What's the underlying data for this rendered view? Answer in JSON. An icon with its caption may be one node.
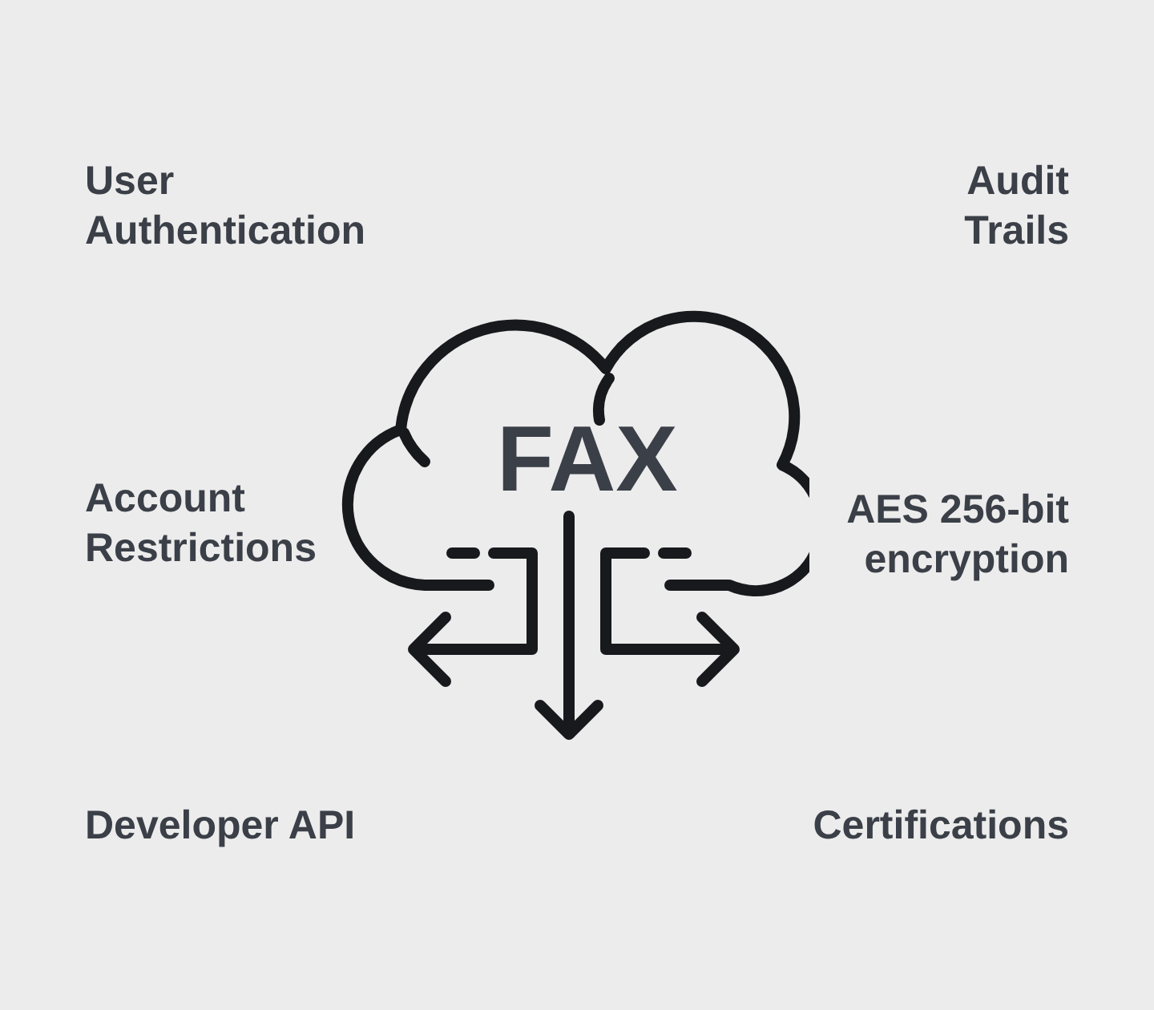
{
  "diagram": {
    "nodes": [
      {
        "text": [
          "FAX"
        ]
      }
    ],
    "labels": [
      "User Authentication",
      "Audit Trails",
      "Account Restrictions",
      "AES 256-bit encryption",
      "Developer API",
      "Certifications"
    ]
  }
}
